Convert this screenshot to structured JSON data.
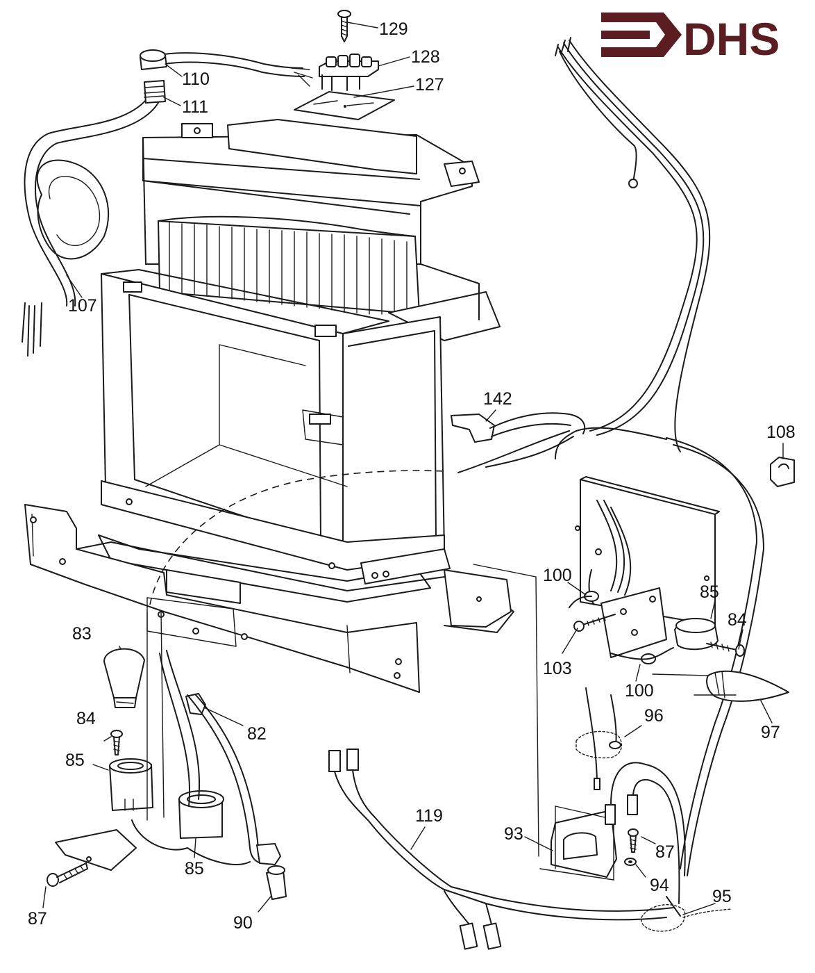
{
  "brand": {
    "name": "DHS",
    "color": "#5a1e22"
  },
  "parts": [
    {
      "id": "p129",
      "number": "129"
    },
    {
      "id": "p128",
      "number": "128"
    },
    {
      "id": "p127",
      "number": "127"
    },
    {
      "id": "p110",
      "number": "110"
    },
    {
      "id": "p111",
      "number": "111"
    },
    {
      "id": "p107",
      "number": "107"
    },
    {
      "id": "p142",
      "number": "142"
    },
    {
      "id": "p108",
      "number": "108"
    },
    {
      "id": "p100a",
      "number": "100"
    },
    {
      "id": "p85r",
      "number": "85"
    },
    {
      "id": "p84r",
      "number": "84"
    },
    {
      "id": "p103",
      "number": "103"
    },
    {
      "id": "p100b",
      "number": "100"
    },
    {
      "id": "p97",
      "number": "97"
    },
    {
      "id": "p96",
      "number": "96"
    },
    {
      "id": "p83",
      "number": "83"
    },
    {
      "id": "p84l",
      "number": "84"
    },
    {
      "id": "p85l",
      "number": "85"
    },
    {
      "id": "p82",
      "number": "82"
    },
    {
      "id": "p85b",
      "number": "85"
    },
    {
      "id": "p87l",
      "number": "87"
    },
    {
      "id": "p90",
      "number": "90"
    },
    {
      "id": "p119",
      "number": "119"
    },
    {
      "id": "p93",
      "number": "93"
    },
    {
      "id": "p87r",
      "number": "87"
    },
    {
      "id": "p94",
      "number": "94"
    },
    {
      "id": "p95",
      "number": "95"
    }
  ]
}
